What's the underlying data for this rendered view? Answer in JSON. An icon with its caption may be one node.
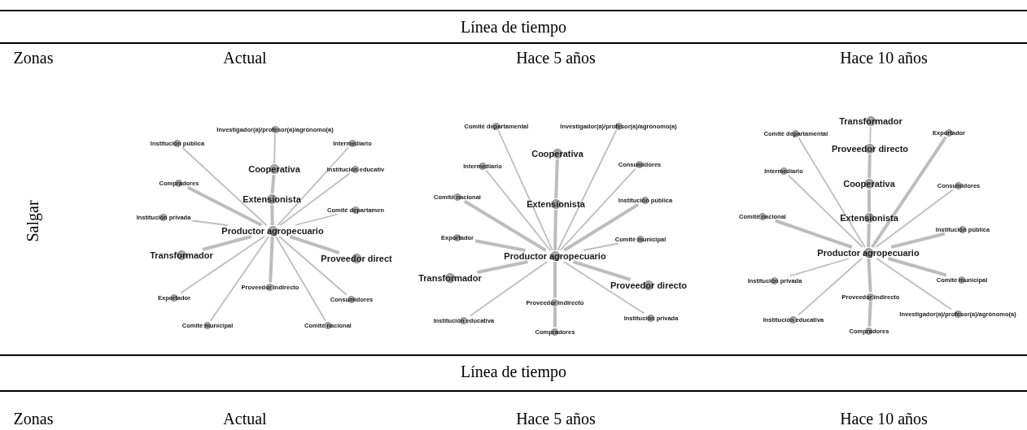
{
  "diagram": {
    "nodes": [
      {
        "text": [
          "Investigador(a)/profesor(a)/agrónomo(a)"
        ]
      },
      {
        "text": [
          "Institución pública"
        ]
      },
      {
        "text": [
          "Intermediario"
        ]
      },
      {
        "text": [
          "Cooperativa"
        ]
      },
      {
        "text": [
          "Institución educativ"
        ]
      },
      {
        "text": [
          "Compradores"
        ]
      },
      {
        "text": [
          "Extensionista"
        ]
      },
      {
        "text": [
          "Comité departamen"
        ]
      },
      {
        "text": [
          "Institución privada"
        ]
      },
      {
        "text": [
          "Productor agropecuario"
        ]
      },
      {
        "text": [
          "Transformador"
        ]
      },
      {
        "text": [
          "Proveedor direct"
        ]
      },
      {
        "text": [
          "Proveedor indirecto"
        ]
      },
      {
        "text": [
          "Exportador"
        ]
      },
      {
        "text": [
          "Consumidores"
        ]
      },
      {
        "text": [
          "Comité municipal"
        ]
      },
      {
        "text": [
          "Comité nacional"
        ]
      },
      {
        "text": [
          "Comité departamental"
        ]
      },
      {
        "text": [
          "Investigador(a)/profesor(a)/agrónomo(a)"
        ]
      },
      {
        "text": [
          "Cooperativa"
        ]
      },
      {
        "text": [
          "Intermediario"
        ]
      },
      {
        "text": [
          "Consumidores"
        ]
      },
      {
        "text": [
          "Comité nacional"
        ]
      },
      {
        "text": [
          "Extensionista"
        ]
      },
      {
        "text": [
          "Institución pública"
        ]
      },
      {
        "text": [
          "Exportador"
        ]
      },
      {
        "text": [
          "Comité municipal"
        ]
      },
      {
        "text": [
          "Productor agropecuario"
        ]
      },
      {
        "text": [
          "Transformador"
        ]
      },
      {
        "text": [
          "Proveedor directo"
        ]
      },
      {
        "text": [
          "Proveedor indirecto"
        ]
      },
      {
        "text": [
          "Institución educativa"
        ]
      },
      {
        "text": [
          "Institución privada"
        ]
      },
      {
        "text": [
          "Compradores"
        ]
      },
      {
        "text": [
          "Transformador"
        ]
      },
      {
        "text": [
          "Comité departamental"
        ]
      },
      {
        "text": [
          "Exportador"
        ]
      },
      {
        "text": [
          "Proveedor directo"
        ]
      },
      {
        "text": [
          "Intermediario"
        ]
      },
      {
        "text": [
          "Cooperativa"
        ]
      },
      {
        "text": [
          "Consumidores"
        ]
      },
      {
        "text": [
          "Comité nacional"
        ]
      },
      {
        "text": [
          "Extensionista"
        ]
      },
      {
        "text": [
          "Institución pública"
        ]
      },
      {
        "text": [
          "Productor agropecuario"
        ]
      },
      {
        "text": [
          "Institución privada"
        ]
      },
      {
        "text": [
          "Comité municipal"
        ]
      },
      {
        "text": [
          "Proveedor indirecto"
        ]
      },
      {
        "text": [
          "Investigador(a)/profesor(a)/agrónomo(a)"
        ]
      },
      {
        "text": [
          "Institución educativa"
        ]
      },
      {
        "text": [
          "Compradores"
        ]
      }
    ],
    "edges": [
      {
        "from": 9,
        "to": 6,
        "arrow": "none",
        "style": "thick"
      },
      {
        "from": 6,
        "to": 3,
        "arrow": "none",
        "style": "thick"
      },
      {
        "from": 3,
        "to": 0,
        "arrow": "none"
      },
      {
        "from": 9,
        "to": 1,
        "arrow": "none"
      },
      {
        "from": 9,
        "to": 2,
        "arrow": "none"
      },
      {
        "from": 9,
        "to": 4,
        "arrow": "none"
      },
      {
        "from": 9,
        "to": 5,
        "arrow": "none",
        "style": "thick"
      },
      {
        "from": 9,
        "to": 7,
        "arrow": "none"
      },
      {
        "from": 9,
        "to": 8,
        "arrow": "none"
      },
      {
        "from": 9,
        "to": 10,
        "arrow": "none",
        "style": "thick"
      },
      {
        "from": 9,
        "to": 11,
        "arrow": "none",
        "style": "thick"
      },
      {
        "from": 9,
        "to": 12,
        "arrow": "none",
        "style": "thick"
      },
      {
        "from": 9,
        "to": 13,
        "arrow": "none"
      },
      {
        "from": 9,
        "to": 14,
        "arrow": "none"
      },
      {
        "from": 9,
        "to": 15,
        "arrow": "none"
      },
      {
        "from": 9,
        "to": 16,
        "arrow": "none"
      },
      {
        "from": 27,
        "to": 23,
        "arrow": "none",
        "style": "thick"
      },
      {
        "from": 23,
        "to": 19,
        "arrow": "none",
        "style": "thick"
      },
      {
        "from": 27,
        "to": 17,
        "arrow": "none"
      },
      {
        "from": 27,
        "to": 18,
        "arrow": "none"
      },
      {
        "from": 27,
        "to": 20,
        "arrow": "none"
      },
      {
        "from": 27,
        "to": 21,
        "arrow": "none"
      },
      {
        "from": 27,
        "to": 22,
        "arrow": "none",
        "style": "thick"
      },
      {
        "from": 27,
        "to": 24,
        "arrow": "none",
        "style": "thick"
      },
      {
        "from": 27,
        "to": 25,
        "arrow": "none",
        "style": "thick"
      },
      {
        "from": 27,
        "to": 26,
        "arrow": "none"
      },
      {
        "from": 27,
        "to": 28,
        "arrow": "none",
        "style": "thick"
      },
      {
        "from": 27,
        "to": 29,
        "arrow": "none",
        "style": "thick"
      },
      {
        "from": 27,
        "to": 30,
        "arrow": "none",
        "style": "thick"
      },
      {
        "from": 30,
        "to": 33,
        "arrow": "none",
        "style": "thick"
      },
      {
        "from": 27,
        "to": 31,
        "arrow": "none"
      },
      {
        "from": 27,
        "to": 32,
        "arrow": "none"
      },
      {
        "from": 44,
        "to": 42,
        "arrow": "none",
        "style": "thick"
      },
      {
        "from": 42,
        "to": 39,
        "arrow": "none",
        "style": "thick"
      },
      {
        "from": 39,
        "to": 37,
        "arrow": "none",
        "style": "thick"
      },
      {
        "from": 37,
        "to": 34,
        "arrow": "none"
      },
      {
        "from": 44,
        "to": 35,
        "arrow": "none"
      },
      {
        "from": 44,
        "to": 36,
        "arrow": "none",
        "style": "thick"
      },
      {
        "from": 44,
        "to": 38,
        "arrow": "none"
      },
      {
        "from": 44,
        "to": 40,
        "arrow": "none"
      },
      {
        "from": 44,
        "to": 41,
        "arrow": "none",
        "style": "thick"
      },
      {
        "from": 44,
        "to": 43,
        "arrow": "none",
        "style": "thick"
      },
      {
        "from": 44,
        "to": 45,
        "arrow": "none"
      },
      {
        "from": 44,
        "to": 46,
        "arrow": "none",
        "style": "thick"
      },
      {
        "from": 44,
        "to": 47,
        "arrow": "none",
        "style": "thick"
      },
      {
        "from": 47,
        "to": 50,
        "arrow": "none",
        "style": "thick"
      },
      {
        "from": 44,
        "to": 48,
        "arrow": "none"
      },
      {
        "from": 44,
        "to": 49,
        "arrow": "none"
      }
    ],
    "labels": [
      "Línea de tiempo",
      "Zonas",
      "Actual",
      "Hace 5 años",
      "Hace 10 años",
      "Salgar",
      "Línea de tiempo",
      "Zonas",
      "Actual",
      "Hace 5 años",
      "Hace 10 años"
    ]
  }
}
